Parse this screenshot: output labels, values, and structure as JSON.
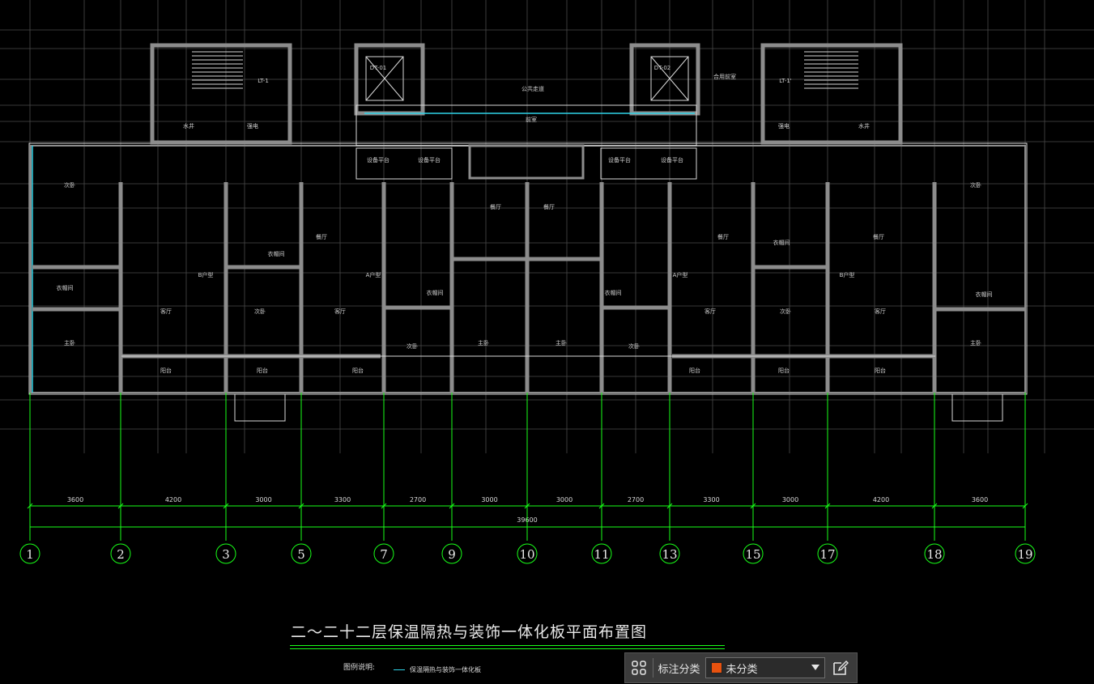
{
  "drawing": {
    "title": "二～二十二层保温隔热与装饰一体化板平面布置图",
    "legend_label": "图例说明:",
    "legend_item": "保温隔热与装饰一体化板",
    "axes": [
      "1",
      "2",
      "3",
      "5",
      "7",
      "9",
      "10",
      "11",
      "13",
      "15",
      "17",
      "18",
      "19"
    ],
    "dimensions": [
      "3600",
      "4200",
      "3000",
      "3300",
      "2700",
      "3000",
      "3000",
      "2700",
      "3300",
      "3000",
      "4200",
      "3600"
    ],
    "total_dimension": "39600",
    "rooms": [
      {
        "text": "次卧"
      },
      {
        "text": "衣帽间"
      },
      {
        "text": "主卧"
      },
      {
        "text": "客厅"
      },
      {
        "text": "阳台"
      },
      {
        "text": "次卧"
      },
      {
        "text": "阳台"
      },
      {
        "text": "衣帽间"
      },
      {
        "text": "餐厅"
      },
      {
        "text": "客厅"
      },
      {
        "text": "阳台"
      },
      {
        "text": "次卧"
      },
      {
        "text": "主卧"
      },
      {
        "text": "衣帽间"
      },
      {
        "text": "餐厅"
      },
      {
        "text": "餐厅"
      },
      {
        "text": "主卧"
      },
      {
        "text": "次卧"
      },
      {
        "text": "衣帽间"
      },
      {
        "text": "餐厅"
      },
      {
        "text": "客厅"
      },
      {
        "text": "阳台"
      },
      {
        "text": "衣帽间"
      },
      {
        "text": "次卧"
      },
      {
        "text": "阳台"
      },
      {
        "text": "餐厅"
      },
      {
        "text": "客厅"
      },
      {
        "text": "阳台"
      },
      {
        "text": "衣帽间"
      },
      {
        "text": "次卧"
      },
      {
        "text": "主卧"
      },
      {
        "text": "设备平台"
      },
      {
        "text": "设备平台"
      },
      {
        "text": "设备平台"
      },
      {
        "text": "设备平台"
      },
      {
        "text": "前室"
      },
      {
        "text": "水井"
      },
      {
        "text": "强电"
      },
      {
        "text": "强电"
      },
      {
        "text": "水井"
      },
      {
        "text": "合用前室"
      },
      {
        "text": "LT-1"
      },
      {
        "text": "LT-1'"
      },
      {
        "text": "DT-01"
      },
      {
        "text": "DT-02"
      },
      {
        "text": "公共走道"
      },
      {
        "text": "B户型"
      },
      {
        "text": "A户型"
      },
      {
        "text": "A户型"
      },
      {
        "text": "B户型"
      }
    ]
  },
  "toolbar": {
    "label": "标注分类",
    "selected": "未分类",
    "swatch_color": "#e8520f"
  },
  "colors": {
    "axis": "#19ff19",
    "wall": "#8c8c8c",
    "line": "#d8d8d8",
    "grid": "#5a5a5a",
    "insulation": "#2fd4e8"
  }
}
